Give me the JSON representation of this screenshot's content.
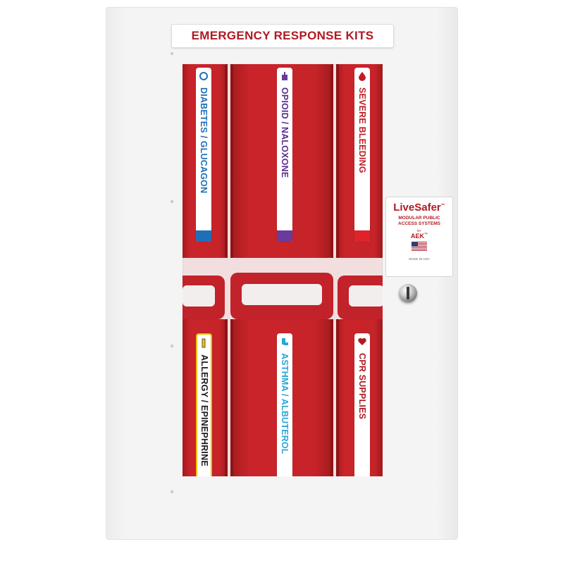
{
  "cabinet": {
    "title": "EMERGENCY RESPONSE KITS"
  },
  "kits": [
    {
      "label": "DIABETES / GLUCAGON",
      "text_color": "#1f6fb8",
      "bar_color": "#1f6fb8",
      "icon": "circle-ring-icon"
    },
    {
      "label": "OPIOID / NALOXONE",
      "text_color": "#5b2d8e",
      "bar_color": "#6a3a9c",
      "icon": "nasal-spray-icon"
    },
    {
      "label": "SEVERE BLEEDING",
      "text_color": "#c01e25",
      "bar_color": "#e0222a",
      "icon": "blood-drop-icon"
    },
    {
      "label": "ALLERGY / EPINEPHRINE",
      "text_color": "#1a1a1a",
      "bar_color": "#f2c400",
      "icon": "auto-injector-icon"
    },
    {
      "label": "ASTHMA / ALBUTEROL",
      "text_color": "#2aa6d6",
      "bar_color": "#2aa6d6",
      "icon": "inhaler-icon"
    },
    {
      "label": "CPR SUPPLIES",
      "text_color": "#b01a22",
      "bar_color": "#ffffff",
      "icon": "heart-icon"
    }
  ],
  "badge": {
    "brand": "LiveSafer",
    "trademark": "™",
    "subtitle_line1": "MODULAR PUBLIC",
    "subtitle_line2": "ACCESS SYSTEMS",
    "by": "BY",
    "maker": "AEK",
    "maker_trademark": "™",
    "made_in": "MADE IN USA"
  }
}
